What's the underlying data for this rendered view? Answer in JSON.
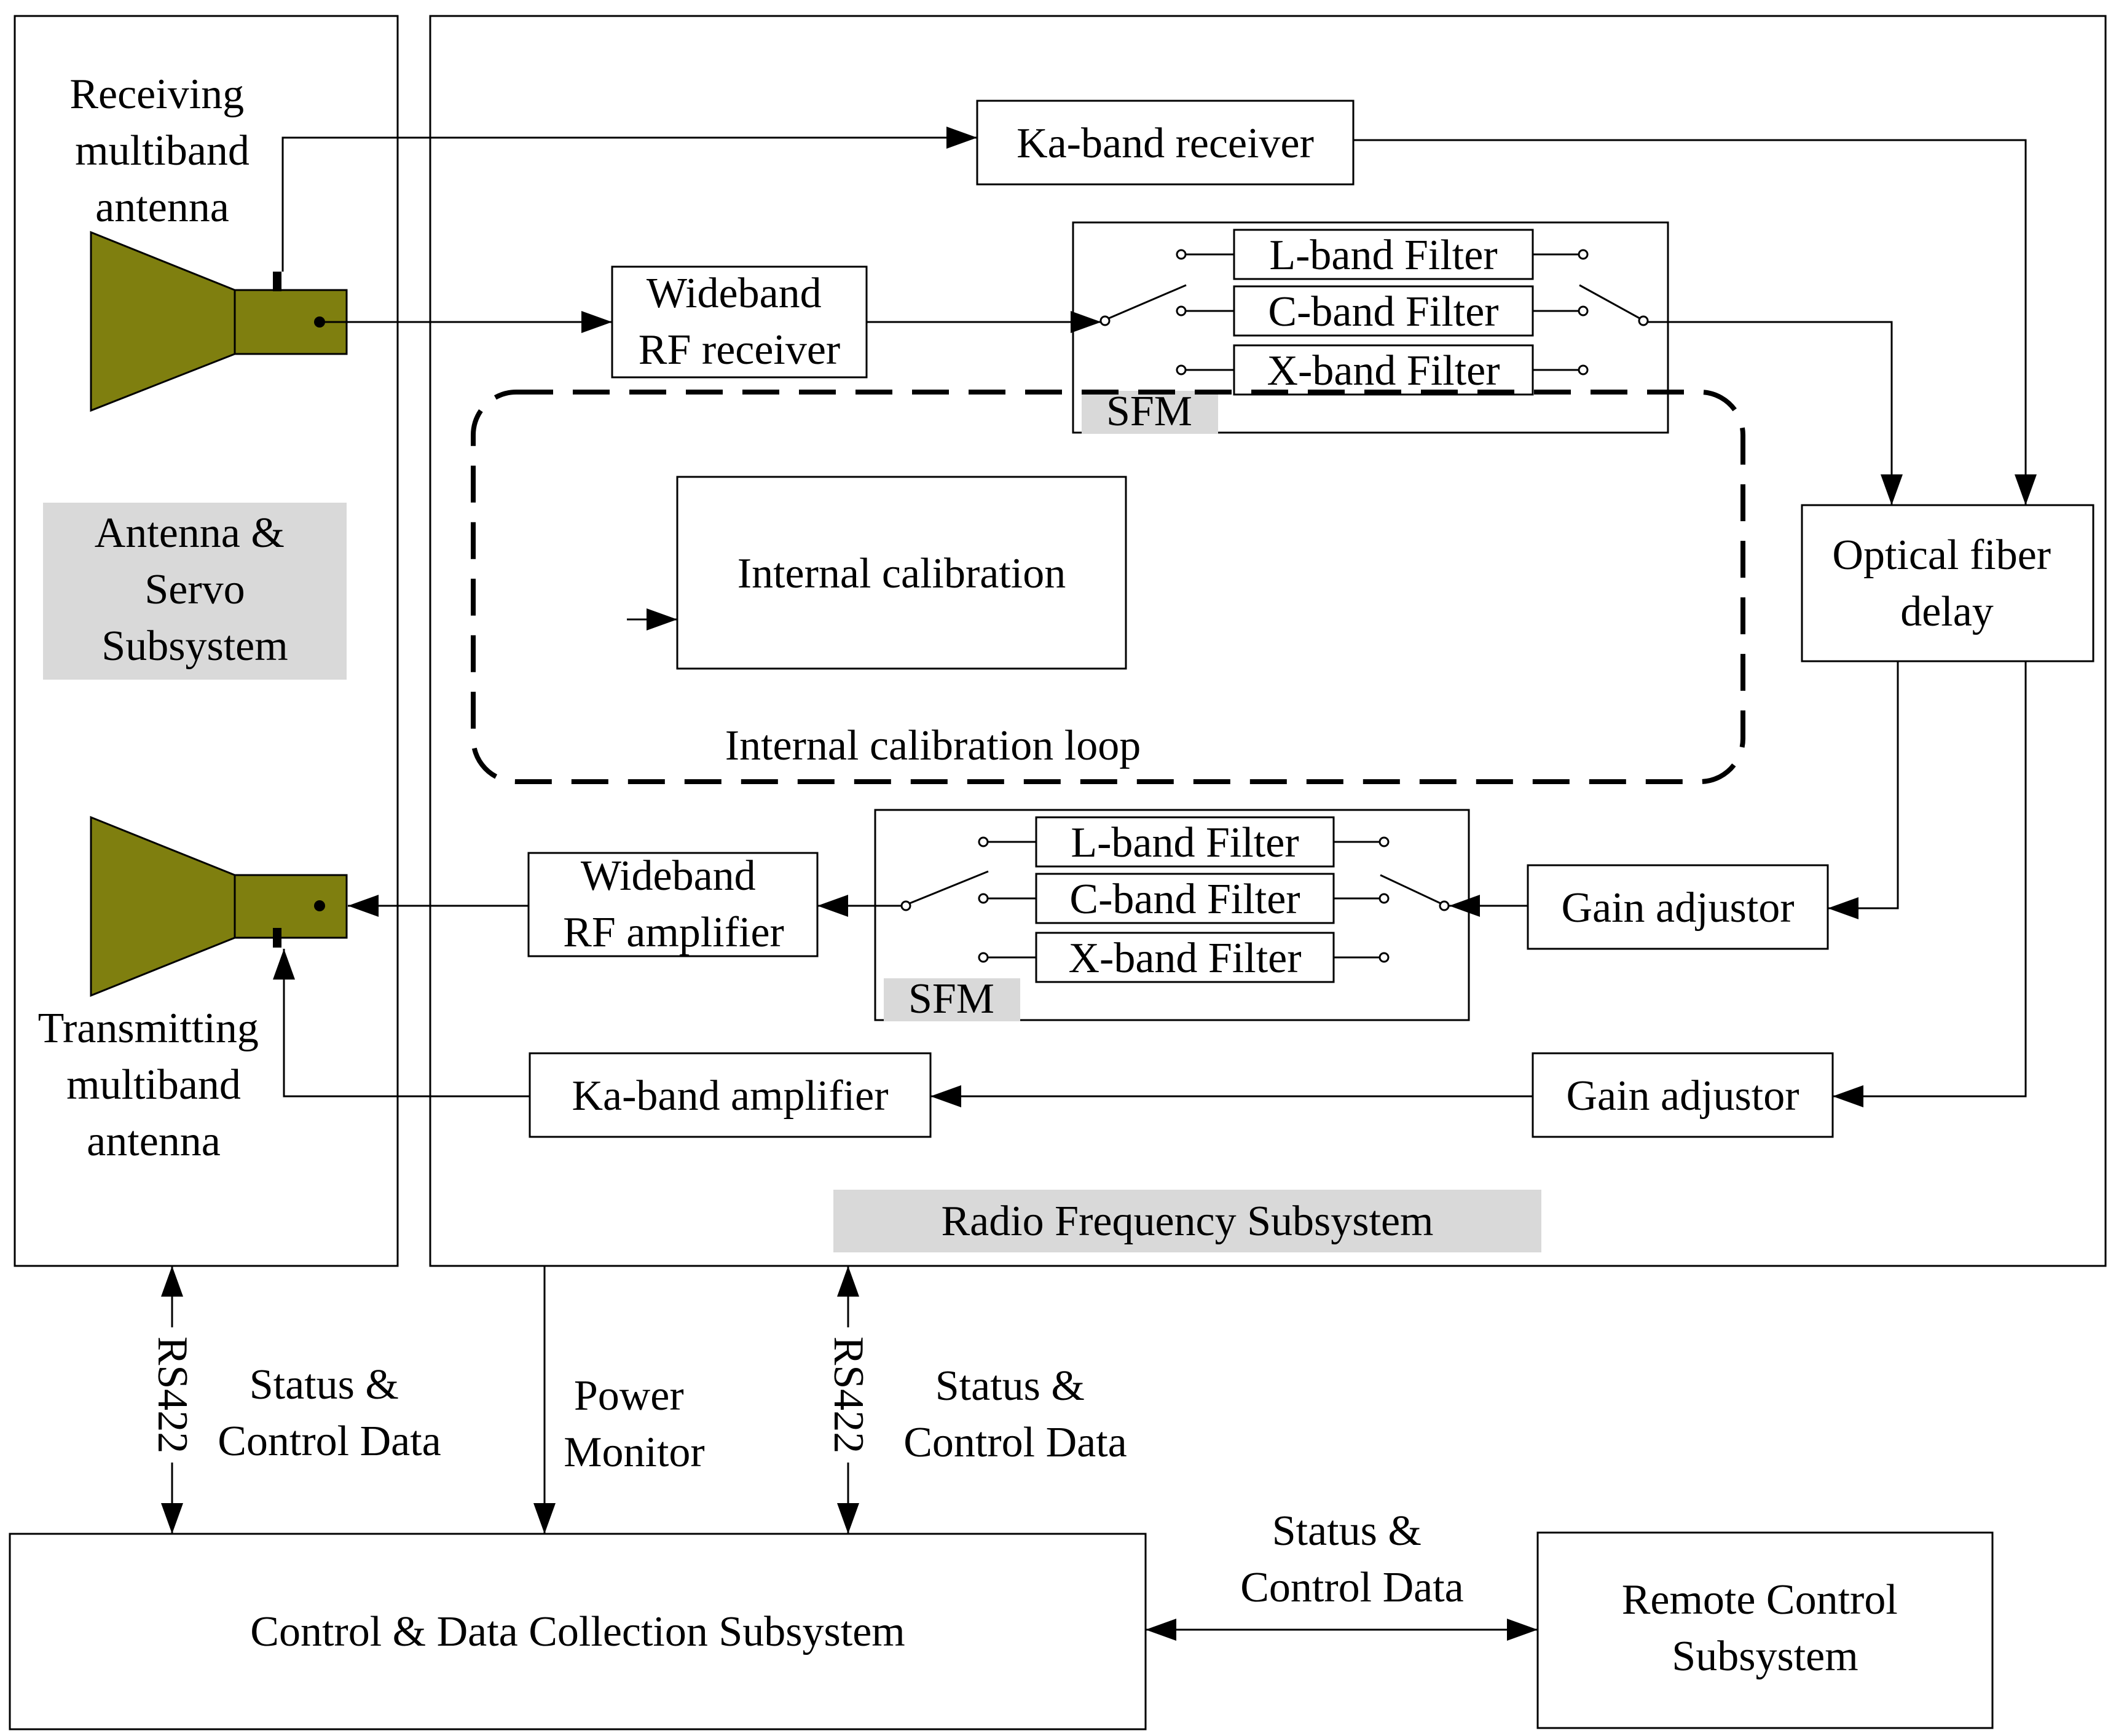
{
  "colors": {
    "horn": "#7f7f0f",
    "label_bg": "#d9d9d9",
    "line": "#000000"
  },
  "antenna_subsystem": {
    "title": "Antenna & Servo Subsystem",
    "receive_antenna": "Receiving multiband antenna",
    "transmit_antenna": "Transmitting multiband antenna"
  },
  "rf_subsystem": {
    "title": "Radio Frequency Subsystem",
    "ka_receiver": "Ka-band receiver",
    "wideband_rf_receiver": "Wideband RF receiver",
    "optical_fiber_delay": "Optical fiber delay",
    "internal_calibration": "Internal calibration",
    "calibration_loop": "Internal calibration loop",
    "wideband_rf_amplifier": "Wideband RF amplifier",
    "ka_amplifier": "Ka-band amplifier",
    "gain_adjustor_top": "Gain adjustor",
    "gain_adjustor_bottom": "Gain adjustor",
    "sfm_receive": {
      "tag": "SFM",
      "filters": [
        "L-band Filter",
        "C-band Filter",
        "X-band Filter"
      ]
    },
    "sfm_transmit": {
      "tag": "SFM",
      "filters": [
        "L-band Filter",
        "C-band Filter",
        "X-band Filter"
      ]
    }
  },
  "links": {
    "rs422_left": "RS422",
    "status_left": "Status & Control Data",
    "power_monitor": "Power Monitor",
    "rs422_right": "RS422",
    "status_right": "Status & Control Data",
    "status_bottom": "Status & Control Data"
  },
  "control_subsystem": "Control & Data Collection Subsystem",
  "remote_subsystem": "Remote Control Subsystem"
}
